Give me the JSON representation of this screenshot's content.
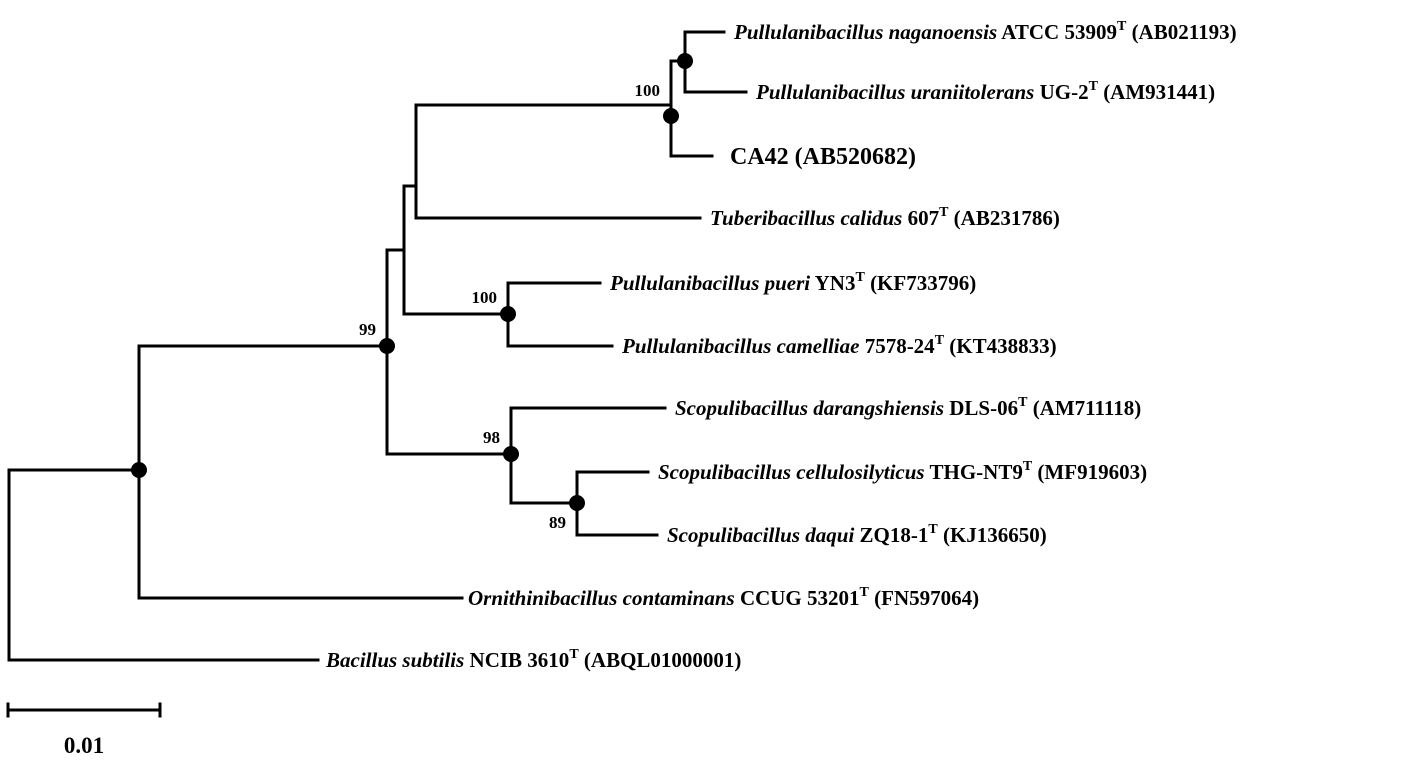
{
  "tree": {
    "taxa": [
      {
        "species": "Pullulanibacillus naganoensis",
        "strain": "ATCC 53909",
        "sup": "T",
        "accession": "(AB021193)"
      },
      {
        "species": "Pullulanibacillus uraniitolerans",
        "strain": "UG-2",
        "sup": "T",
        "accession": "(AM931441)"
      },
      {
        "species": "",
        "strain": "CA42",
        "sup": "",
        "accession": "(AB520682)"
      },
      {
        "species": "Tuberibacillus calidus",
        "strain": "607",
        "sup": "T",
        "accession": "(AB231786)"
      },
      {
        "species": "Pullulanibacillus pueri",
        "strain": "YN3",
        "sup": "T",
        "accession": "(KF733796)"
      },
      {
        "species": "Pullulanibacillus camelliae",
        "strain": "7578-24",
        "sup": "T",
        "accession": "(KT438833)"
      },
      {
        "species": "Scopulibacillus darangshiensis",
        "strain": "DLS-06",
        "sup": "T",
        "accession": "(AM711118)"
      },
      {
        "species": "Scopulibacillus cellulosilyticus",
        "strain": "THG-NT9",
        "sup": "T",
        "accession": "(MF919603)"
      },
      {
        "species": "Scopulibacillus daqui",
        "strain": "ZQ18-1",
        "sup": "T",
        "accession": "(KJ136650)"
      },
      {
        "species": "Ornithinibacillus contaminans",
        "strain": "CCUG 53201",
        "sup": "T",
        "accession": "(FN597064)"
      },
      {
        "species": "Bacillus subtilis",
        "strain": "NCIB 3610",
        "sup": "T",
        "accession": "(ABQL01000001)"
      }
    ],
    "bootstrap": [
      "100",
      "100",
      "99",
      "98",
      "89"
    ],
    "scale_bar": "0.01"
  }
}
